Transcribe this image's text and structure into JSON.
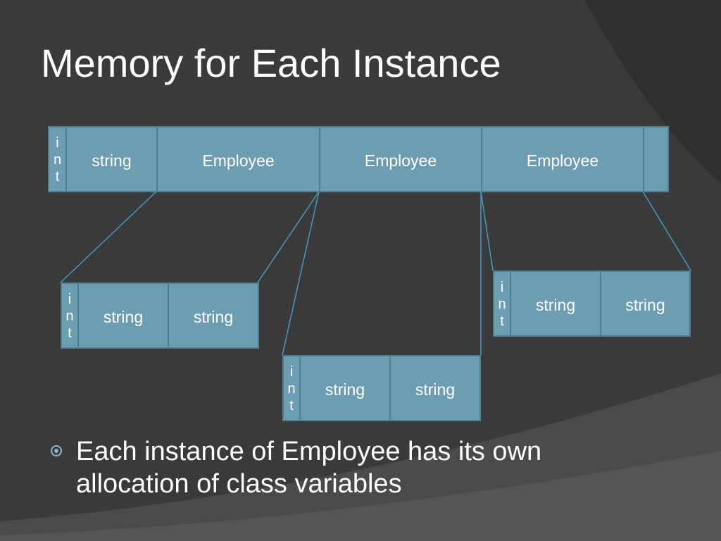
{
  "slide": {
    "title": "Memory for Each Instance",
    "bullet": "Each instance of Employee has its own allocation of class variables"
  },
  "diagram": {
    "int_letters": [
      "i",
      "n",
      "t"
    ],
    "top_row": [
      "string",
      "Employee",
      "Employee",
      "Employee"
    ],
    "instance_fields": [
      "string",
      "string"
    ]
  },
  "colors": {
    "background": "#3a3a3a",
    "cell_fill": "#6d9db1",
    "cell_border": "#4f7f92",
    "connector": "#3f9bbf"
  }
}
